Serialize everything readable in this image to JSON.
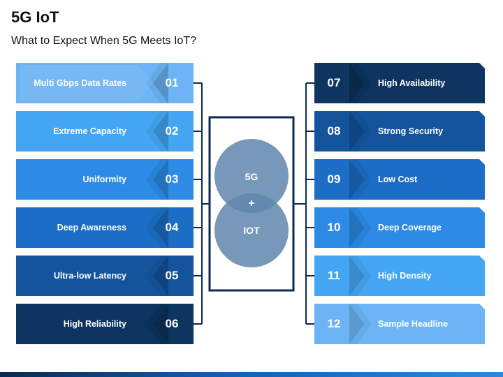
{
  "title": "5G IoT",
  "subtitle": "What to Expect When 5G Meets IoT?",
  "center": {
    "top_label": "5G",
    "plus_label": "+",
    "bottom_label": "IOT",
    "circle_color": "#5f86ad",
    "frame_color": "#0b2a52"
  },
  "left_items": [
    {
      "num": "01",
      "label": "Multi Gbps Data Rates",
      "color": "#6cb4f5"
    },
    {
      "num": "02",
      "label": "Extreme Capacity",
      "color": "#44a6f2"
    },
    {
      "num": "03",
      "label": "Uniformity",
      "color": "#2d8be6"
    },
    {
      "num": "04",
      "label": "Deep Awareness",
      "color": "#1c6dc5"
    },
    {
      "num": "05",
      "label": "Ultra-low Latency",
      "color": "#14549d"
    },
    {
      "num": "06",
      "label": "High Reliability",
      "color": "#0d355f"
    }
  ],
  "right_items": [
    {
      "num": "07",
      "label": "High Availability",
      "color": "#0d355f"
    },
    {
      "num": "08",
      "label": "Strong Security",
      "color": "#14549d"
    },
    {
      "num": "09",
      "label": "Low Cost",
      "color": "#1c6dc5"
    },
    {
      "num": "10",
      "label": "Deep Coverage",
      "color": "#2d8be6"
    },
    {
      "num": "11",
      "label": "High Density",
      "color": "#44a6f2"
    },
    {
      "num": "12",
      "label": "Sample Headline",
      "color": "#6cb4f5"
    }
  ]
}
